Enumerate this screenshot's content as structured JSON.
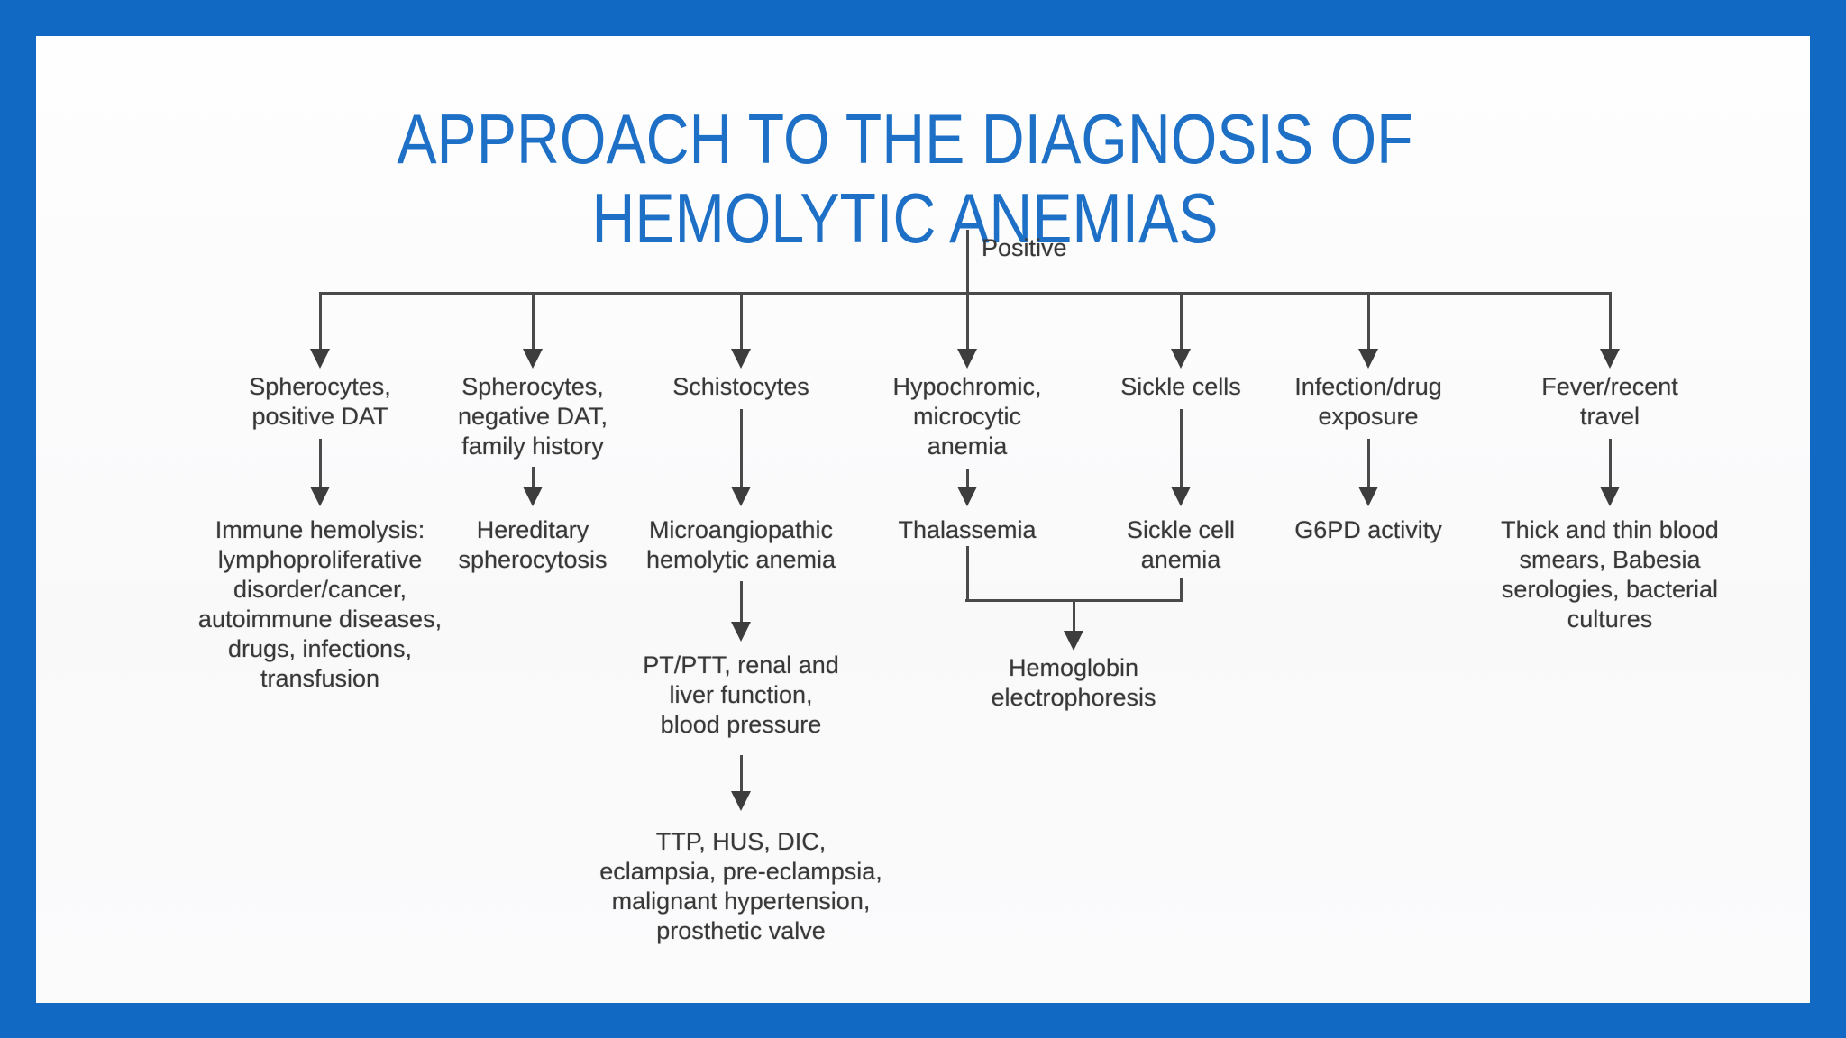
{
  "slide": {
    "title": {
      "line1": "APPROACH TO THE DIAGNOSIS OF",
      "line2": "HEMOLYTIC ANEMIAS"
    },
    "colors": {
      "frame_blue": "#1169c3",
      "title_blue": "#1d70c6",
      "ink": "#383838",
      "line": "#4a4a4a"
    }
  },
  "flowchart": {
    "root_label": "Positive",
    "branches": [
      {
        "finding": "Spherocytes,\npositive DAT",
        "workup": "Immune hemolysis:\nlymphoproliferative\ndisorder/cancer,\nautoimmune diseases,\ndrugs, infections,\ntransfusion"
      },
      {
        "finding": "Spherocytes,\nnegative DAT,\nfamily history",
        "workup": "Hereditary\nspherocytosis"
      },
      {
        "finding": "Schistocytes",
        "workup": "Microangiopathic\nhemolytic anemia"
      },
      {
        "finding": "Hypochromic,\nmicrocytic\nanemia",
        "workup": "Thalassemia"
      },
      {
        "finding": "Sickle cells",
        "workup": "Sickle cell\nanemia"
      },
      {
        "finding": "Infection/drug\nexposure",
        "workup": "G6PD activity"
      },
      {
        "finding": "Fever/recent\ntravel",
        "workup": "Thick and thin blood\nsmears, Babesia\nserologies, bacterial\ncultures"
      }
    ],
    "schistocyte_chain": {
      "step1": "PT/PTT, renal and\nliver function,\nblood pressure",
      "step2": "TTP, HUS, DIC,\neclampsia, pre-eclampsia,\nmalignant hypertension,\nprosthetic valve"
    },
    "merge_label": "Hemoglobin\nelectrophoresis"
  }
}
